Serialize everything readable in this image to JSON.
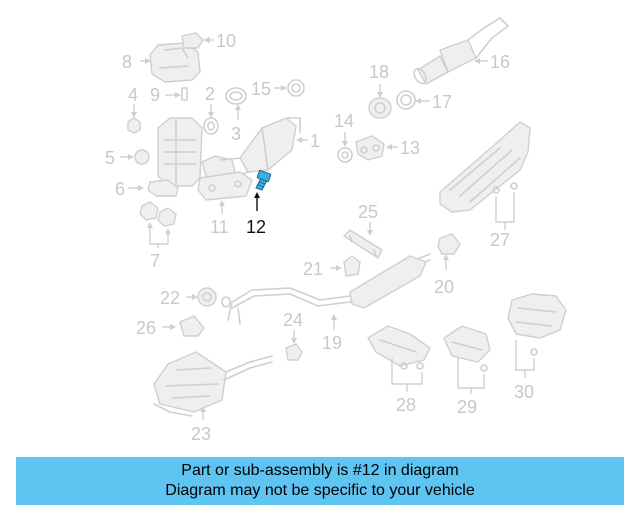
{
  "callouts": {
    "c1": "1",
    "c2": "2",
    "c3": "3",
    "c4": "4",
    "c5": "5",
    "c6": "6",
    "c7": "7",
    "c8": "8",
    "c9": "9",
    "c10": "10",
    "c11": "11",
    "c12": "12",
    "c13": "13",
    "c14": "14",
    "c15": "15",
    "c16": "16",
    "c17": "17",
    "c18": "18",
    "c19": "19",
    "c20": "20",
    "c21": "21",
    "c22": "22",
    "c23": "23",
    "c24": "24",
    "c25": "25",
    "c26": "26",
    "c27": "27",
    "c28": "28",
    "c29": "29",
    "c30": "30"
  },
  "highlight": {
    "callout": "12",
    "color": "#3aaee0"
  },
  "colors": {
    "banner": "#5ec4f2",
    "part_line": "#cfcfcf",
    "callout_text": "#c8c8c8",
    "highlight_text": "#111111"
  },
  "banner": {
    "line1": "Part or sub-assembly is #12 in diagram",
    "line2": "Diagram may not be specific to your vehicle"
  }
}
